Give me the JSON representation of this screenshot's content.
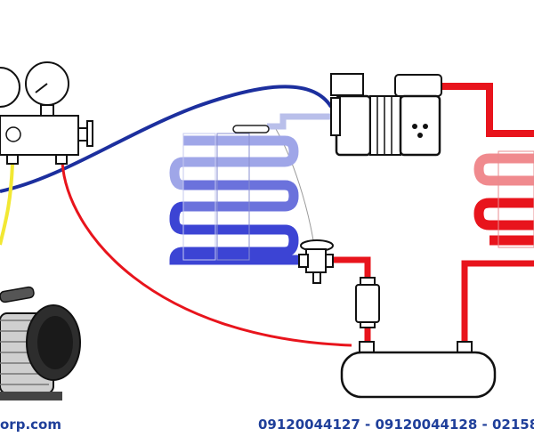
{
  "footer": {
    "website_fragment": "orp.com",
    "phones": "09120044127 - 09120044128 - 02158"
  },
  "colors": {
    "high_pressure": "#e8141c",
    "low_pressure_line": "#1c2f9e",
    "evaporator": "#4d55d6",
    "charging_hose": "#f2e833",
    "component_outline": "#111111",
    "footer_text": "#1f3f9a"
  },
  "components": [
    "manifold-gauge",
    "vacuum-pump",
    "compressor",
    "evaporator-coil",
    "condenser-coil",
    "expansion-valve",
    "filter-drier",
    "receiver-tank"
  ]
}
